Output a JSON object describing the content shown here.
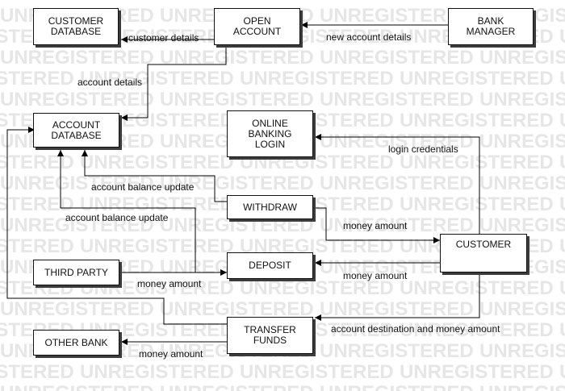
{
  "diagram": {
    "watermark_text": "UNREGISTERED",
    "watermark_color": "#e6e6e6",
    "line_color": "#000000",
    "nodes": {
      "customer_database": "CUSTOMER\nDATABASE",
      "open_account": "OPEN\nACCOUNT",
      "bank_manager": "BANK\nMANAGER",
      "account_database": "ACCOUNT\nDATABASE",
      "online_banking_login": "ONLINE\nBANKING\nLOGIN",
      "withdraw": "WITHDRAW",
      "customer": "CUSTOMER",
      "third_party": "THIRD PARTY",
      "deposit": "DEPOSIT",
      "transfer_funds": "TRANSFER\nFUNDS",
      "other_bank": "OTHER BANK"
    },
    "edges": {
      "customer_details": "customer details",
      "new_account_details": "new account details",
      "account_details": "account details",
      "login_credentials": "login credentials",
      "account_balance_update_withdraw": "account balance update",
      "account_balance_update_deposit": "account balance update",
      "money_amount_withdraw": "money amount",
      "money_amount_deposit": "money amount",
      "money_amount_third_party": "money amount",
      "account_destination": "account destination and money amount",
      "money_amount_other_bank": "money amount"
    }
  }
}
